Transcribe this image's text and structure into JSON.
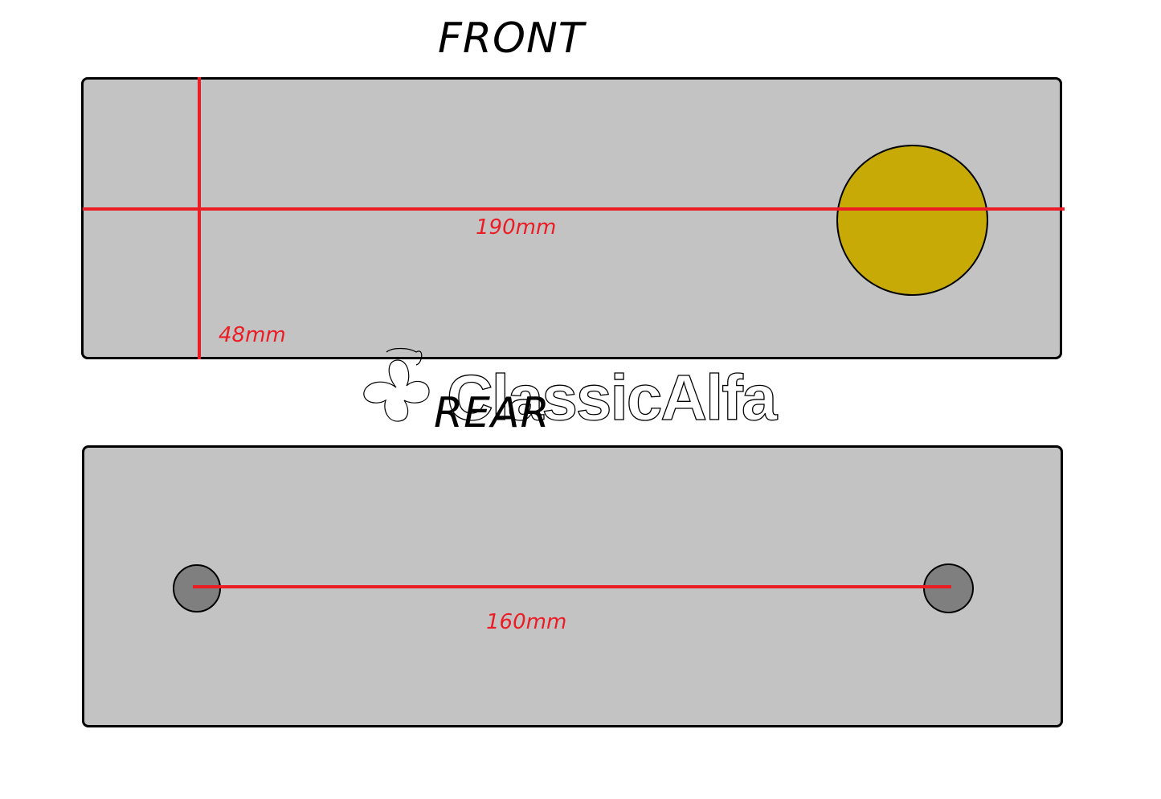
{
  "front": {
    "heading": "FRONT",
    "length_label": "190mm",
    "height_label": "48mm"
  },
  "rear": {
    "heading": "REAR",
    "length_label": "160mm"
  },
  "watermark": {
    "text": "ClassicAlfa",
    "icon": "cloverleaf-icon"
  },
  "colors": {
    "panel_fill": "#c3c3c3",
    "outline": "#000000",
    "dimension_line": "#ec1c24",
    "front_hole_fill": "#c8aa07",
    "rear_hole_fill": "#7f7f7f"
  }
}
